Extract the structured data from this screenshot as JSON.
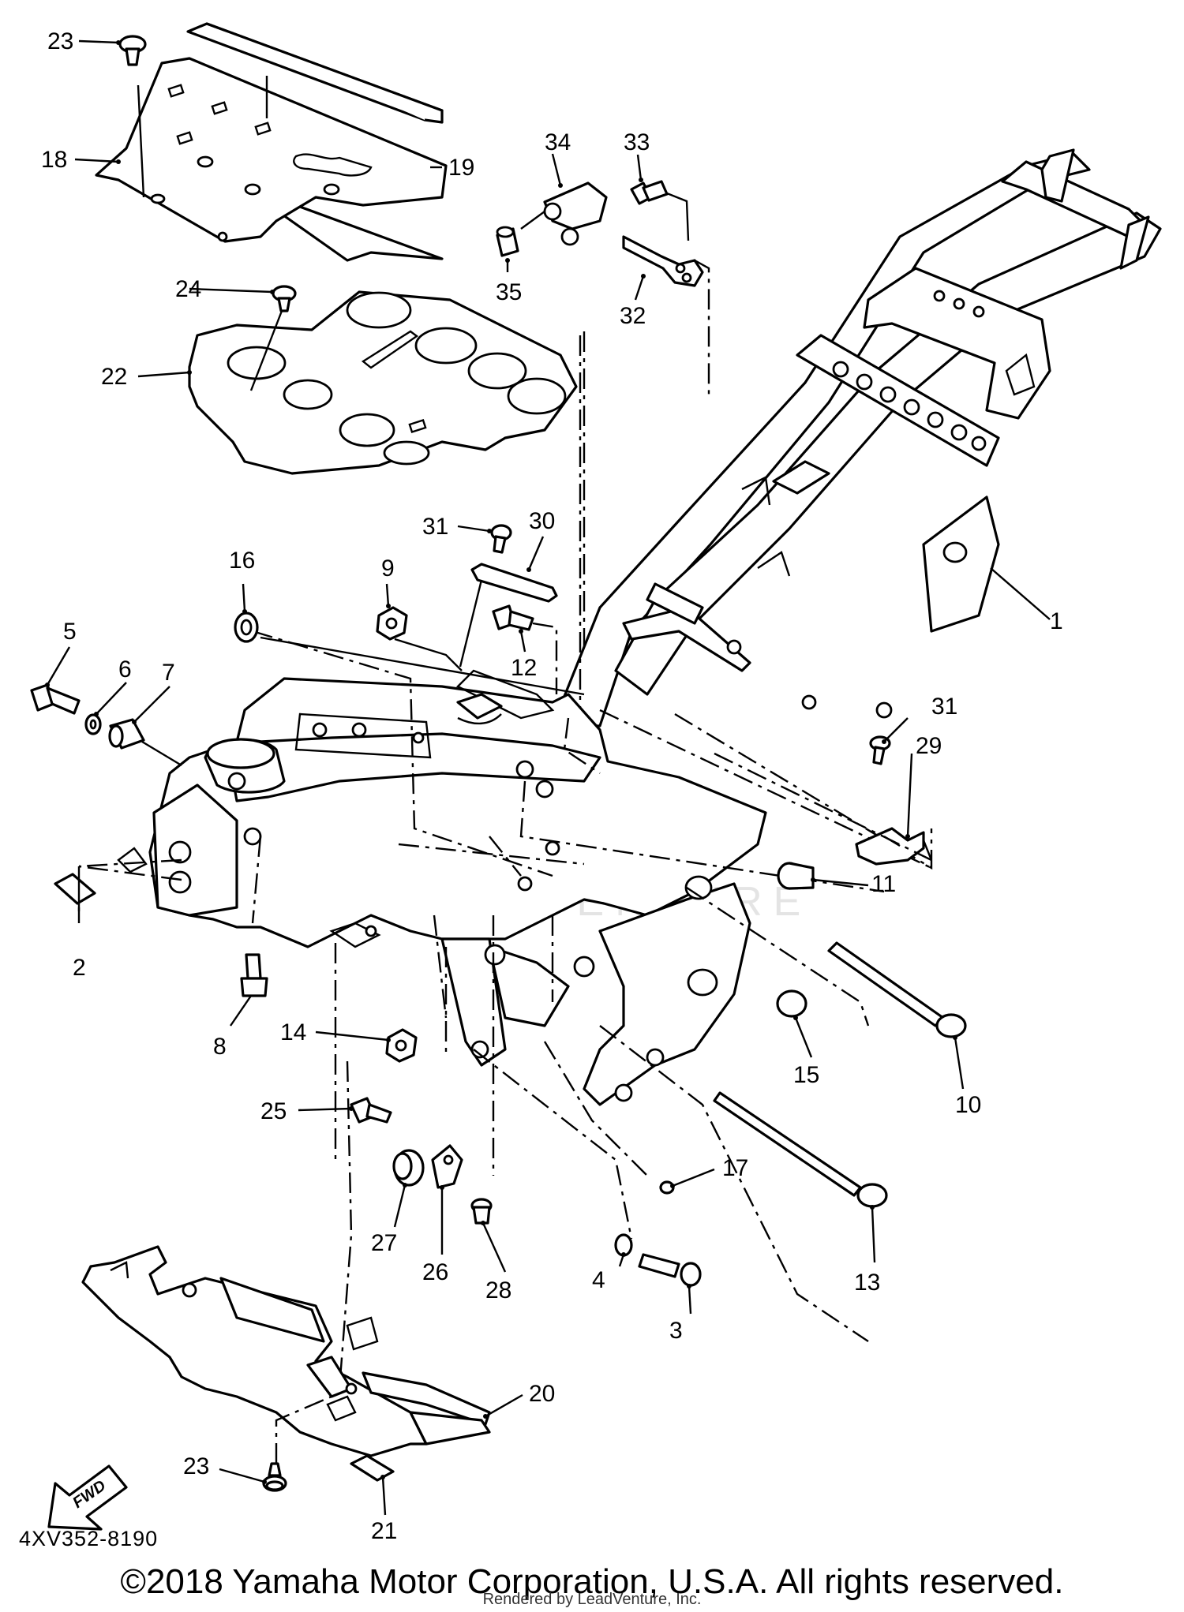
{
  "diagram": {
    "callouts": [
      {
        "id": "c1",
        "label": "1"
      },
      {
        "id": "c2",
        "label": "2"
      },
      {
        "id": "c3",
        "label": "3"
      },
      {
        "id": "c4",
        "label": "4"
      },
      {
        "id": "c5",
        "label": "5"
      },
      {
        "id": "c6",
        "label": "6"
      },
      {
        "id": "c7",
        "label": "7"
      },
      {
        "id": "c8",
        "label": "8"
      },
      {
        "id": "c9",
        "label": "9"
      },
      {
        "id": "c10",
        "label": "10"
      },
      {
        "id": "c11",
        "label": "11"
      },
      {
        "id": "c12",
        "label": "12"
      },
      {
        "id": "c13",
        "label": "13"
      },
      {
        "id": "c14",
        "label": "14"
      },
      {
        "id": "c15",
        "label": "15"
      },
      {
        "id": "c16",
        "label": "16"
      },
      {
        "id": "c17",
        "label": "17"
      },
      {
        "id": "c18",
        "label": "18"
      },
      {
        "id": "c19",
        "label": "19"
      },
      {
        "id": "c20",
        "label": "20"
      },
      {
        "id": "c21",
        "label": "21"
      },
      {
        "id": "c22",
        "label": "22"
      },
      {
        "id": "c23a",
        "label": "23"
      },
      {
        "id": "c23b",
        "label": "23"
      },
      {
        "id": "c24",
        "label": "24"
      },
      {
        "id": "c25",
        "label": "25"
      },
      {
        "id": "c26",
        "label": "26"
      },
      {
        "id": "c27",
        "label": "27"
      },
      {
        "id": "c28",
        "label": "28"
      },
      {
        "id": "c29",
        "label": "29"
      },
      {
        "id": "c30",
        "label": "30"
      },
      {
        "id": "c31a",
        "label": "31"
      },
      {
        "id": "c31b",
        "label": "31"
      },
      {
        "id": "c32",
        "label": "32"
      },
      {
        "id": "c33",
        "label": "33"
      },
      {
        "id": "c34",
        "label": "34"
      },
      {
        "id": "c35",
        "label": "35"
      }
    ],
    "fwd_label": "FWD",
    "watermark": "LEADVENTURE",
    "diagram_code": "4XV352-8190"
  },
  "footer": {
    "copyright": "©2018 Yamaha Motor Corporation, U.S.A. All rights reserved.",
    "rendered_by": "Rendered by LeadVenture, Inc."
  }
}
